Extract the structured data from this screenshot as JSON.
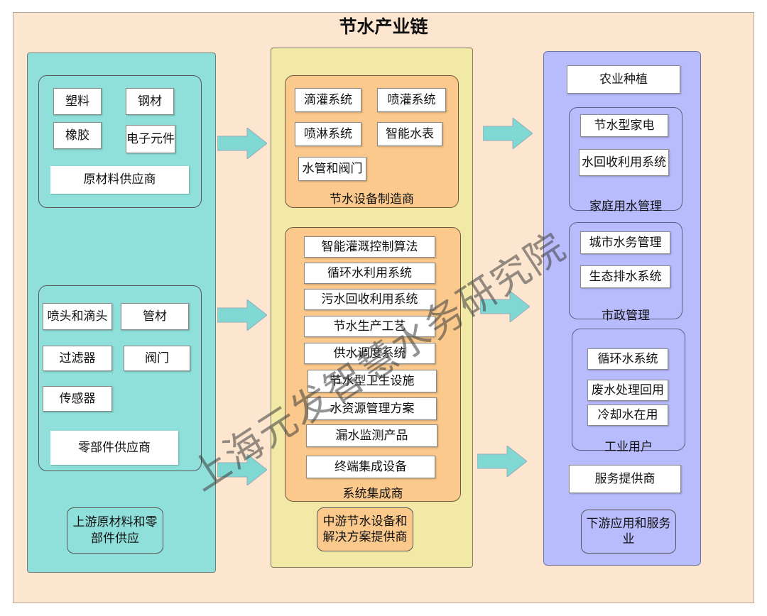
{
  "title": "节水产业链",
  "upstream": {
    "raw_materials": {
      "items": [
        "塑料",
        "钢材",
        "橡胶",
        "电子元件"
      ],
      "label": "原材料供应商"
    },
    "components": {
      "items": [
        "喷头和滴头",
        "管材",
        "过滤器",
        "阀门",
        "传感器"
      ],
      "label": "零部件供应商"
    },
    "caption": "上游原材料和零部件供应"
  },
  "midstream": {
    "equipment": {
      "items": [
        "滴灌系统",
        "喷灌系统",
        "喷淋系统",
        "智能水表",
        "水管和阀门"
      ],
      "label": "节水设备制造商"
    },
    "integrators": {
      "items": [
        "智能灌溉控制算法",
        "循环水利用系统",
        "污水回收利用系统",
        "节水生产工艺",
        "供水调度系统",
        "节水型卫生设施",
        "水资源管理方案",
        "漏水监测产品",
        "终端集成设备"
      ],
      "label": "系统集成商"
    },
    "caption": "中游节水设备和解决方案提供商"
  },
  "downstream": {
    "agriculture": "农业种植",
    "household": {
      "items": [
        "节水型家电",
        "水回收利用系统"
      ],
      "label": "家庭用水管理"
    },
    "municipal": {
      "items": [
        "城市水务管理",
        "生态排水系统"
      ],
      "label": "市政管理"
    },
    "industrial": {
      "items": [
        "循环水系统",
        "废水处理回用",
        "冷却水在用"
      ],
      "label": "工业用户"
    },
    "service": "服务提供商",
    "caption": "下游应用和服务业"
  },
  "watermark": "上海元发智慧水务研究院",
  "colors": {
    "upstream": "#8fe0da",
    "midstream": "#f2e9a6",
    "downstream": "#b8bcfd",
    "orange_group": "#fbc98c",
    "arrow": "#7fd8d2"
  }
}
